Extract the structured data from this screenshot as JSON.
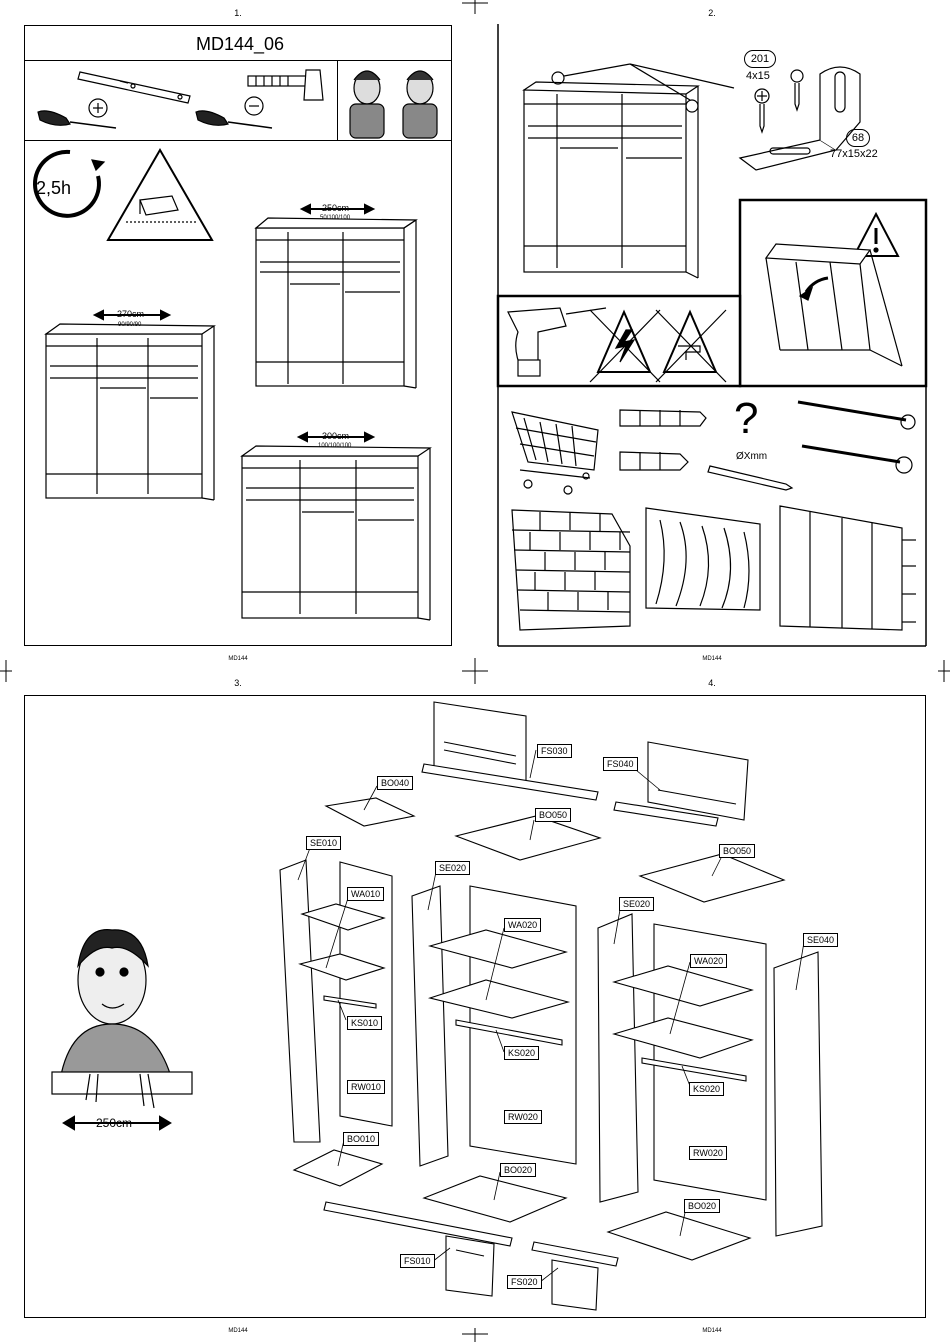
{
  "pages": [
    {
      "number": "1.",
      "footer": "MD144"
    },
    {
      "number": "2.",
      "footer": "MD144"
    },
    {
      "number": "3.",
      "footer": "MD144"
    },
    {
      "number": "4.",
      "footer": "MD144"
    }
  ],
  "page1": {
    "model": "MD144_06",
    "time": "2,5h",
    "widths": [
      {
        "label": "250cm",
        "sub": "50/100/100"
      },
      {
        "label": "270cm",
        "sub": "90/90/90"
      },
      {
        "label": "300cm",
        "sub": "100/100/100"
      }
    ]
  },
  "page2": {
    "parts": [
      {
        "id": "201",
        "size": "4x15"
      },
      {
        "id": "68",
        "size": "77x15x22"
      }
    ],
    "unknown_mark": "?",
    "drill_label": "ØXmm"
  },
  "page3": {
    "width_label": "250cm"
  },
  "page4": {
    "labels": {
      "fs030": "FS030",
      "fs040": "FS040",
      "bo040": "BO040",
      "bo050a": "BO050",
      "bo050b": "BO050",
      "se010": "SE010",
      "se020a": "SE020",
      "se020b": "SE020",
      "se040": "SE040",
      "wa010": "WA010",
      "wa020a": "WA020",
      "wa020b": "WA020",
      "ks010": "KS010",
      "ks020a": "KS020",
      "ks020b": "KS020",
      "rw010": "RW010",
      "rw020a": "RW020",
      "rw020b": "RW020",
      "bo010": "BO010",
      "bo020a": "BO020",
      "bo020b": "BO020",
      "fs010": "FS010",
      "fs020": "FS020"
    }
  }
}
